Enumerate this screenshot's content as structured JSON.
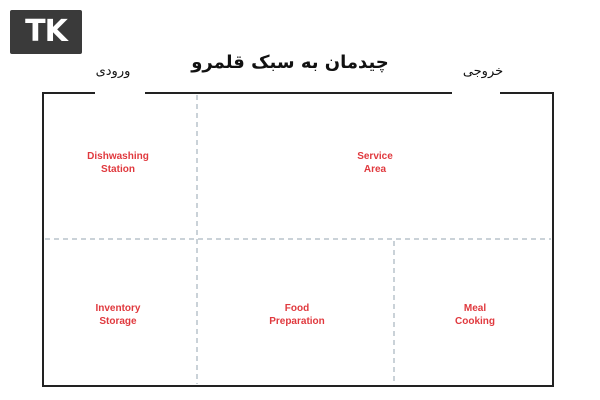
{
  "logo": {
    "text": "TK",
    "icon": "tk-logo"
  },
  "diagram": {
    "title": "چیدمان به سبک قلمرو",
    "entry_label": "ورودی",
    "exit_label": "خروجی",
    "zones": {
      "dishwashing": {
        "line1": "Dishwashing",
        "line2": "Station"
      },
      "service": {
        "line1": "Service",
        "line2": "Area"
      },
      "inventory": {
        "line1": "Inventory",
        "line2": "Storage"
      },
      "food_prep": {
        "line1": "Food",
        "line2": "Preparation"
      },
      "meal": {
        "line1": "Meal",
        "line2": "Cooking"
      }
    },
    "colors": {
      "wall": "#222222",
      "divider": "#b9c4cc",
      "zone_text": "#e0393e"
    }
  }
}
